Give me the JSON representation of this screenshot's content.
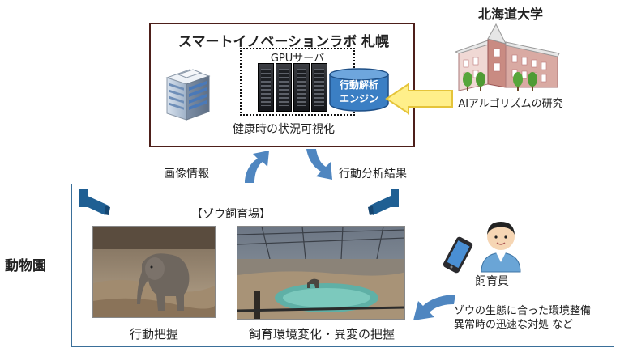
{
  "lab": {
    "title": "スマートイノベーションラボ 札幌",
    "gpu_label": "GPUサーバ",
    "engine_label_1": "行動解析",
    "engine_label_2": "エンジン",
    "caption": "健康時の状況可視化"
  },
  "university": {
    "title": "北海道大学",
    "caption": "AIアルゴリズムの研究"
  },
  "arrows": {
    "up_label": "画像情報",
    "down_label": "行動分析結果"
  },
  "zoo": {
    "label": "動物園",
    "area_label": "【ゾウ飼育場】",
    "photo1_caption": "行動把握",
    "photo2_caption": "飼育環境変化・異変の把握",
    "staff_caption": "飼育員",
    "note_line1": "ゾウの生態に合った環境整備",
    "note_line2": "異常時の迅速な対処 など"
  },
  "colors": {
    "lab_border": "#4d1f1a",
    "engine_fill": "#3b7fc4",
    "arrow_blue": "#4f86c0",
    "arrow_yellow": "#ffef8a",
    "zoo_border": "#3a6f99"
  }
}
